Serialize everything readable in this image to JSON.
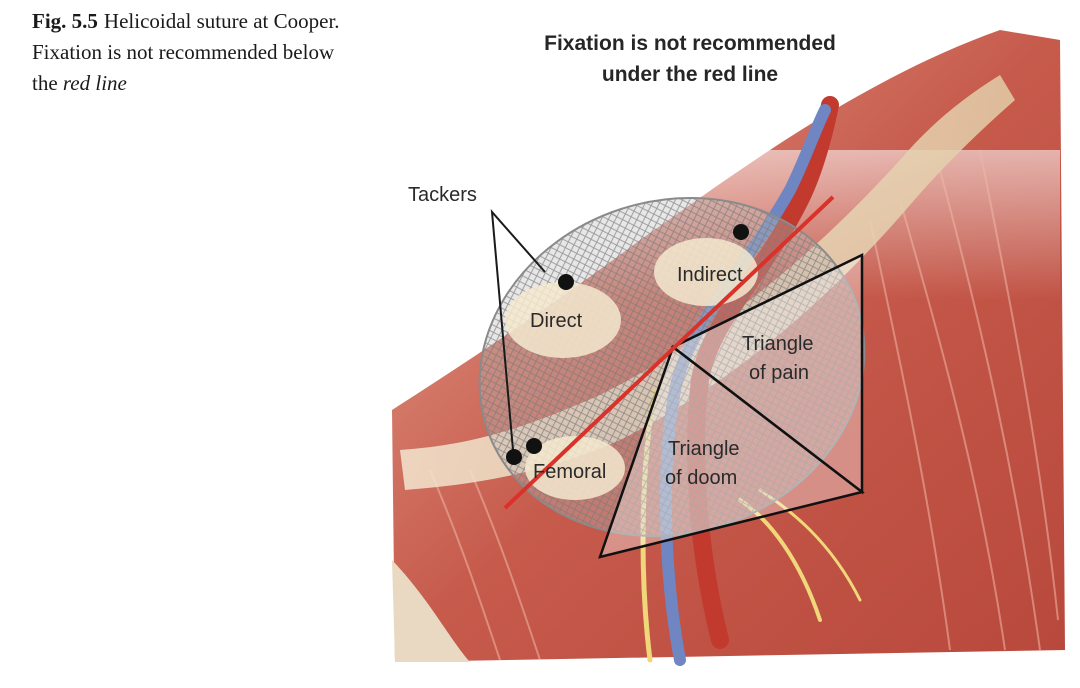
{
  "caption": {
    "figure_number": "Fig. 5.5",
    "text_part1": "Helicoidal suture at Cooper. Fixation is not recommended below the",
    "text_italic": "red line"
  },
  "warning": {
    "line1": "Fixation is not recommended",
    "line2": "under the red line"
  },
  "labels": {
    "tackers": "Tackers",
    "direct": "Direct",
    "indirect": "Indirect",
    "triangle_pain_1": "Triangle",
    "triangle_pain_2": "of pain",
    "triangle_doom_1": "Triangle",
    "triangle_doom_2": "of doom",
    "femoral": "Femoral"
  },
  "colors": {
    "fixation_line": "#d8322a",
    "muscle": "#c7564a",
    "mesh": "#9a9a9a",
    "vein": "#6f86c2",
    "artery": "#c23a2e"
  }
}
